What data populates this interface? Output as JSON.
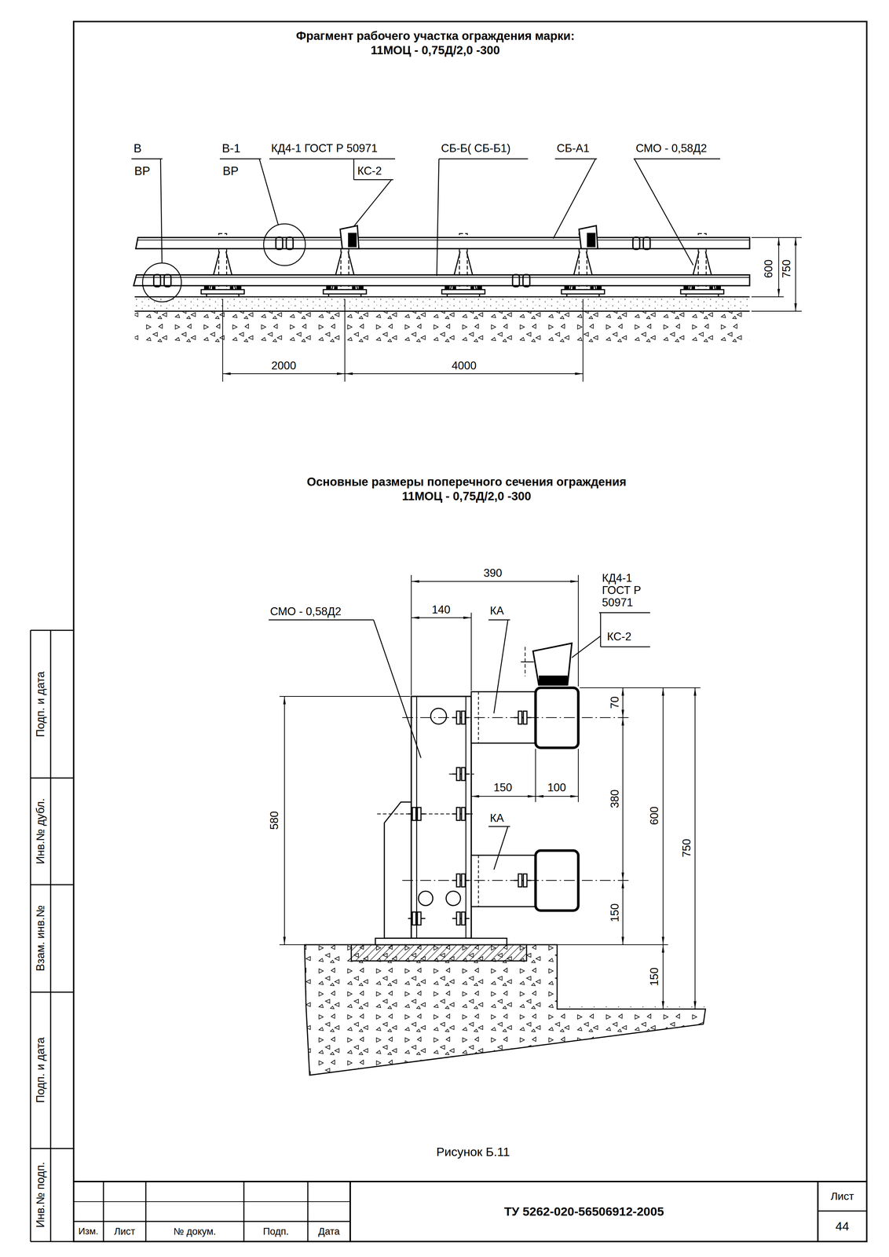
{
  "diagram": {
    "title": "Фрагмент рабочего участка ограждения марки: 11МОЦ - 0,75Д/2,0 -300",
    "caption": "Рисунок Б.11",
    "labels": [
      "В",
      "ВР",
      "В-1",
      "ВР",
      "КД4-1 ГОСТ Р 50971",
      "КС-2",
      "СБ-Б( СБ-Б1)",
      "СБ-А1",
      "СМО - 0,58Д2",
      "600",
      "750",
      "2000",
      "4000",
      "Основные размеры поперечного сечения ограждения 11МОЦ - 0,75Д/2,0 -300",
      "390",
      "140",
      "КА",
      "СМО - 0,58Д2",
      "КД4-1 ГОСТ Р 50971",
      "КС-2",
      "70",
      "150",
      "100",
      "380",
      "600",
      "750",
      "580",
      "КА",
      "150",
      "150",
      "ТУ 5262-020-56506912-2005",
      "Лист",
      "44",
      "Изм.",
      "Лист",
      "№ докум.",
      "Подп.",
      "Дата",
      "Подп. и дата",
      "Инв.№ дубл.",
      "Взам. инв.№",
      "Подп. и дата",
      "Инв.№ подп."
    ]
  }
}
